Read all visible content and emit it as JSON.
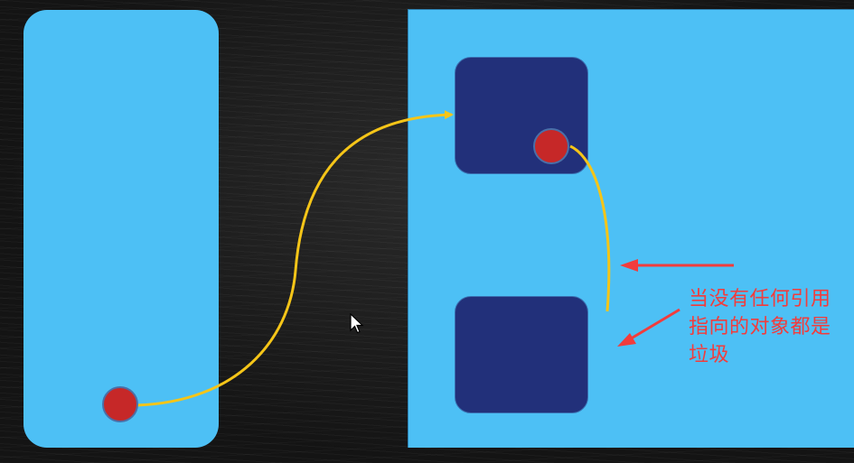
{
  "annotation": {
    "lines": [
      "当没有任何引用",
      "指向的对象都是",
      "垃圾"
    ]
  },
  "colors": {
    "panel": "#4dc0f5",
    "object": "#22307a",
    "reference_dot": "#c62828",
    "reference_line": "#f5c518",
    "annotation": "#f23c3c"
  },
  "icons": {
    "cursor": "mouse-pointer-icon"
  }
}
